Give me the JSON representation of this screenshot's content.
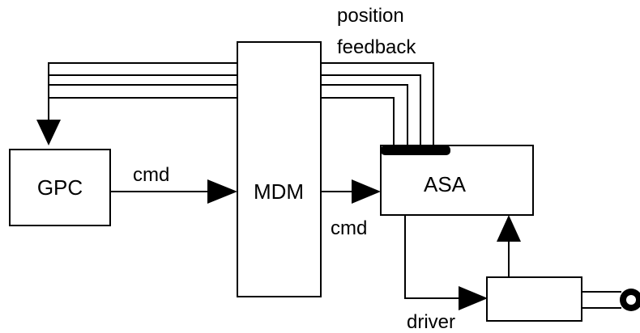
{
  "diagram": {
    "blocks": {
      "gpc": "GPC",
      "mdm": "MDM",
      "asa": "ASA"
    },
    "labels": {
      "cmd_gpc_to_mdm": "cmd",
      "cmd_mdm_to_asa": "cmd",
      "driver": "driver",
      "position_line1": "position",
      "position_line2": "feedback"
    },
    "feedback_line_count": 4,
    "colors": {
      "stroke": "#000000",
      "background": "#ffffff"
    }
  }
}
